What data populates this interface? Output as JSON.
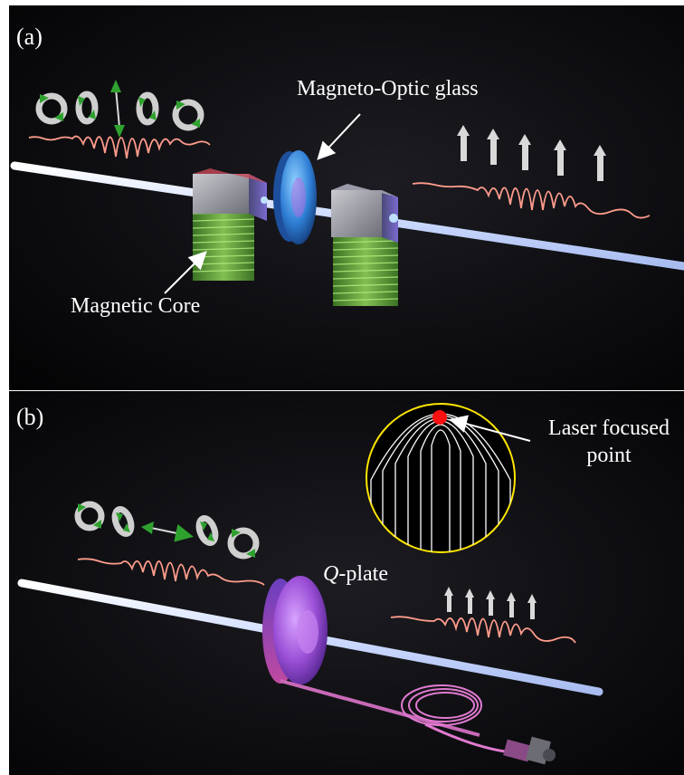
{
  "panel_a": {
    "letter": "(a)",
    "labels": {
      "magneto_optic_glass": "Magneto-Optic glass",
      "magnetic_core": "Magnetic Core"
    }
  },
  "panel_b": {
    "letter": "(b)",
    "labels": {
      "q_italic": "Q",
      "q_suffix": "-plate",
      "laser_focused_line1": "Laser focused",
      "laser_focused_line2": "point"
    }
  },
  "colors": {
    "background_dark": "#050508",
    "fiber": "#dfe8ff",
    "wave": "#ff9c8c",
    "polarization_ring": "#cfcfcf",
    "arrow_green": "#2fa12f",
    "linear_arrow": "#d9d9d9",
    "coil_green": "#7cc24a",
    "glass_blue": "#3a8fe0",
    "qplate_purple": "#a45ad6",
    "circle_outline": "#ffe600",
    "focus_point": "#ff1010",
    "contour": "#ffffff"
  }
}
